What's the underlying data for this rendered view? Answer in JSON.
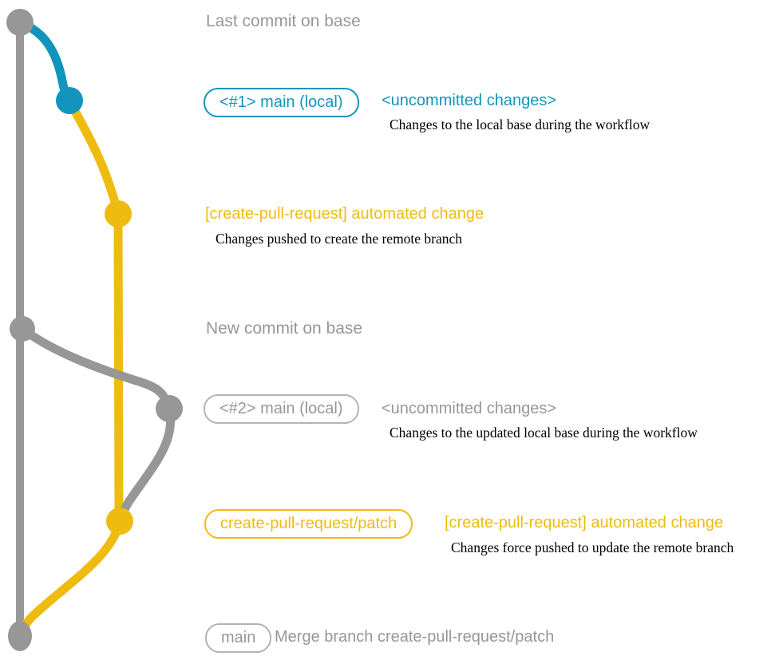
{
  "colors": {
    "gray": "#979797",
    "gray_light": "#b3b3b3",
    "teal": "#1295bd",
    "yellow": "#eebc10"
  },
  "graph": {
    "commits": [
      {
        "id": "last-commit-on-base",
        "color": "gray"
      },
      {
        "id": "uncommitted-changes-1",
        "color": "teal"
      },
      {
        "id": "automated-change-1",
        "color": "yellow"
      },
      {
        "id": "new-commit-on-base",
        "color": "gray"
      },
      {
        "id": "uncommitted-changes-2",
        "color": "gray"
      },
      {
        "id": "automated-change-2",
        "color": "yellow"
      },
      {
        "id": "merge-commit",
        "color": "gray"
      }
    ]
  },
  "labels": {
    "last_commit_header": "Last commit on base",
    "row1_badge": "<#1> main (local)",
    "row1_title": "<uncommitted changes>",
    "row1_desc": "Changes to the local base during the workflow",
    "row2_title": "[create-pull-request] automated change",
    "row2_desc": "Changes pushed to create the remote branch",
    "new_commit_header": "New commit on base",
    "row3_badge": "<#2> main (local)",
    "row3_title": "<uncommitted changes>",
    "row3_desc": "Changes to the updated local base during the workflow",
    "row4_badge": "create-pull-request/patch",
    "row4_title": "[create-pull-request] automated change",
    "row4_desc": "Changes force pushed to update the remote branch",
    "row5_badge": "main",
    "row5_title": "Merge branch create-pull-request/patch"
  }
}
